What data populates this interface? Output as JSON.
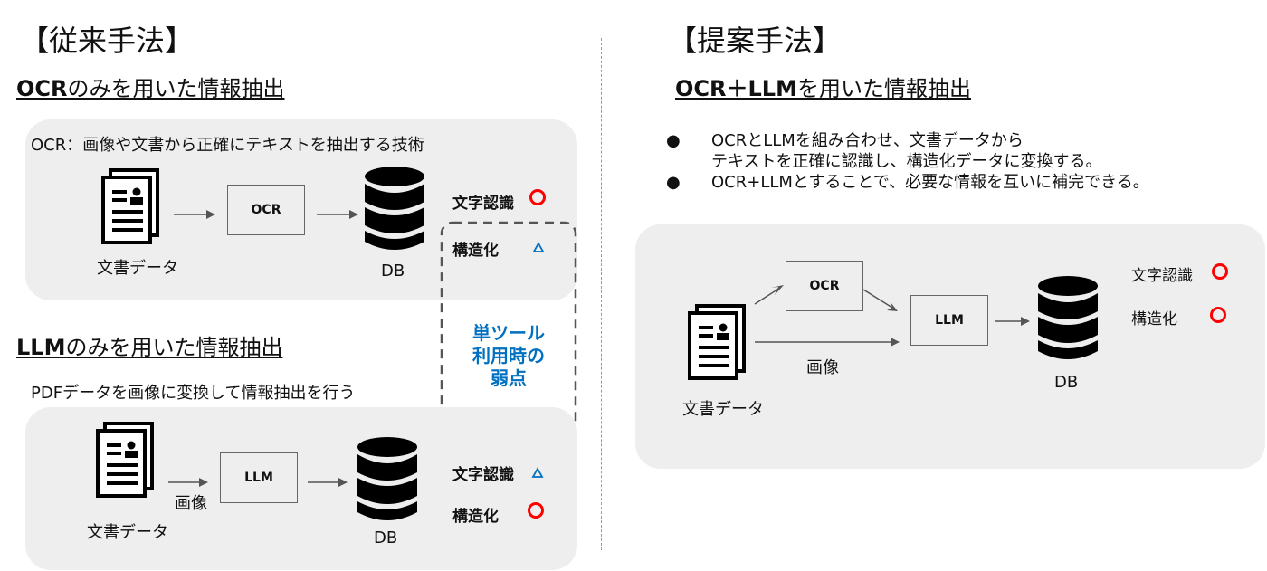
{
  "left": {
    "title": "【従来手法】",
    "ocr_only": {
      "subtitle_bold": "OCR",
      "subtitle_rest": "のみを用いた情報抽出",
      "description": "OCR：画像や文書から正確にテキストを抽出する技術",
      "doc_label": "文書データ",
      "tool_label": "OCR",
      "db_label": "DB",
      "char_recognition": {
        "label": "文字認識",
        "mark": "circle"
      },
      "structuring": {
        "label": "構造化",
        "mark": "triangle"
      }
    },
    "llm_only": {
      "subtitle_bold": "LLM",
      "subtitle_rest": "のみを用いた情報抽出",
      "description": "PDFデータを画像に変換して情報抽出を行う",
      "doc_label": "文書データ",
      "arrow_label": "画像",
      "tool_label": "LLM",
      "db_label": "DB",
      "char_recognition": {
        "label": "文字認識",
        "mark": "triangle"
      },
      "structuring": {
        "label": "構造化",
        "mark": "circle"
      }
    },
    "weakness_callout": [
      "単ツール",
      "利用時の",
      "弱点"
    ]
  },
  "right": {
    "title": "【提案手法】",
    "subtitle_bold": "OCR＋LLM",
    "subtitle_rest": "を用いた情報抽出",
    "bullets": [
      [
        "OCRとLLMを組み合わせ、文書データから",
        "テキストを正確に認識し、構造化データに変換する。"
      ],
      [
        "OCR+LLMとすることで、必要な情報を互いに補完できる。"
      ]
    ],
    "doc_label": "文書データ",
    "ocr_label": "OCR",
    "llm_label": "LLM",
    "image_label": "画像",
    "db_label": "DB",
    "char_recognition": {
      "label": "文字認識",
      "mark": "circle"
    },
    "structuring": {
      "label": "構造化",
      "mark": "circle"
    }
  },
  "colors": {
    "circle_mark": "#ff0000",
    "triangle_mark": "#0070c0",
    "callout_text": "#0070c0",
    "panel_bg": "#eeeeee"
  }
}
